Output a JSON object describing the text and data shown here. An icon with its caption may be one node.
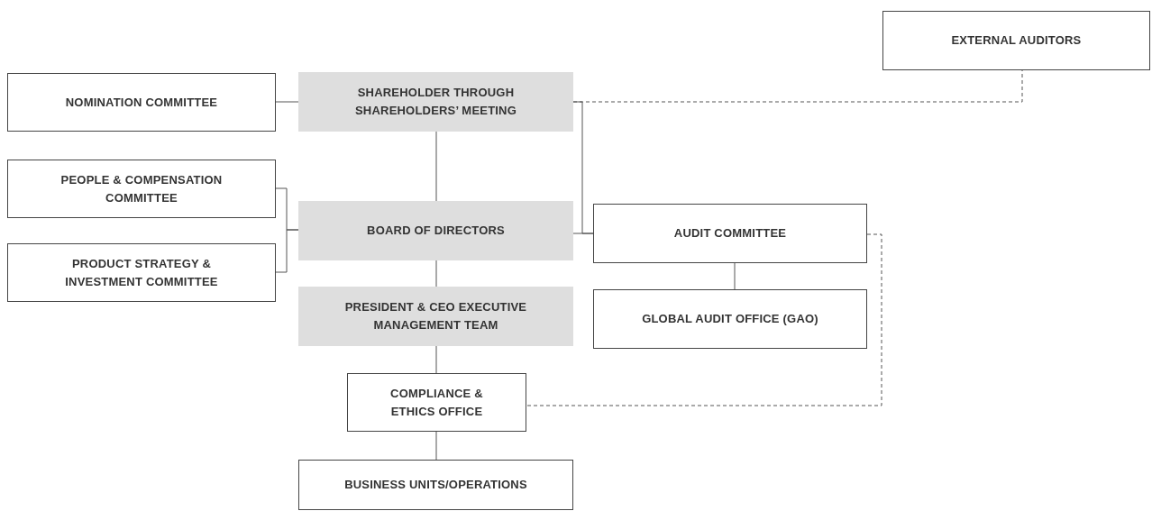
{
  "diagram": {
    "nodes": [
      {
        "text": [
          "EXTERNAL AUDITORS"
        ]
      },
      {
        "text": [
          "NOMINATION COMMITTEE"
        ]
      },
      {
        "text": [
          "SHAREHOLDER THROUGH SHAREHOLDERS’ MEETING"
        ]
      },
      {
        "text": [
          "PEOPLE & COMPENSATION COMMITTEE"
        ]
      },
      {
        "text": [
          "BOARD OF DIRECTORS"
        ]
      },
      {
        "text": [
          "AUDIT COMMITTEE"
        ]
      },
      {
        "text": [
          "PRODUCT STRATEGY & INVESTMENT COMMITTEE"
        ]
      },
      {
        "text": [
          "GLOBAL AUDIT OFFICE (GAO)"
        ]
      },
      {
        "text": [
          "PRESIDENT & CEO EXECUTIVE MANAGEMENT TEAM"
        ]
      },
      {
        "text": [
          "COMPLIANCE & ETHICS OFFICE"
        ]
      },
      {
        "text": [
          "BUSINESS UNITS/OPERATIONS"
        ]
      }
    ],
    "edges": [
      {
        "from": 1,
        "to": 2,
        "arrow": "none"
      },
      {
        "from": 2,
        "to": 4,
        "arrow": "none"
      },
      {
        "from": 3,
        "to": 4,
        "arrow": "none"
      },
      {
        "from": 6,
        "to": 4,
        "arrow": "none"
      },
      {
        "from": 2,
        "to": 5,
        "arrow": "none"
      },
      {
        "from": 4,
        "to": 5,
        "arrow": "none"
      },
      {
        "from": 2,
        "to": 0,
        "arrow": "none",
        "style": "dashed"
      },
      {
        "from": 5,
        "to": 7,
        "arrow": "none"
      },
      {
        "from": 4,
        "to": 8,
        "arrow": "none"
      },
      {
        "from": 8,
        "to": 9,
        "arrow": "none"
      },
      {
        "from": 9,
        "to": 10,
        "arrow": "none"
      },
      {
        "from": 5,
        "to": 9,
        "arrow": "none",
        "style": "dashed"
      }
    ]
  }
}
